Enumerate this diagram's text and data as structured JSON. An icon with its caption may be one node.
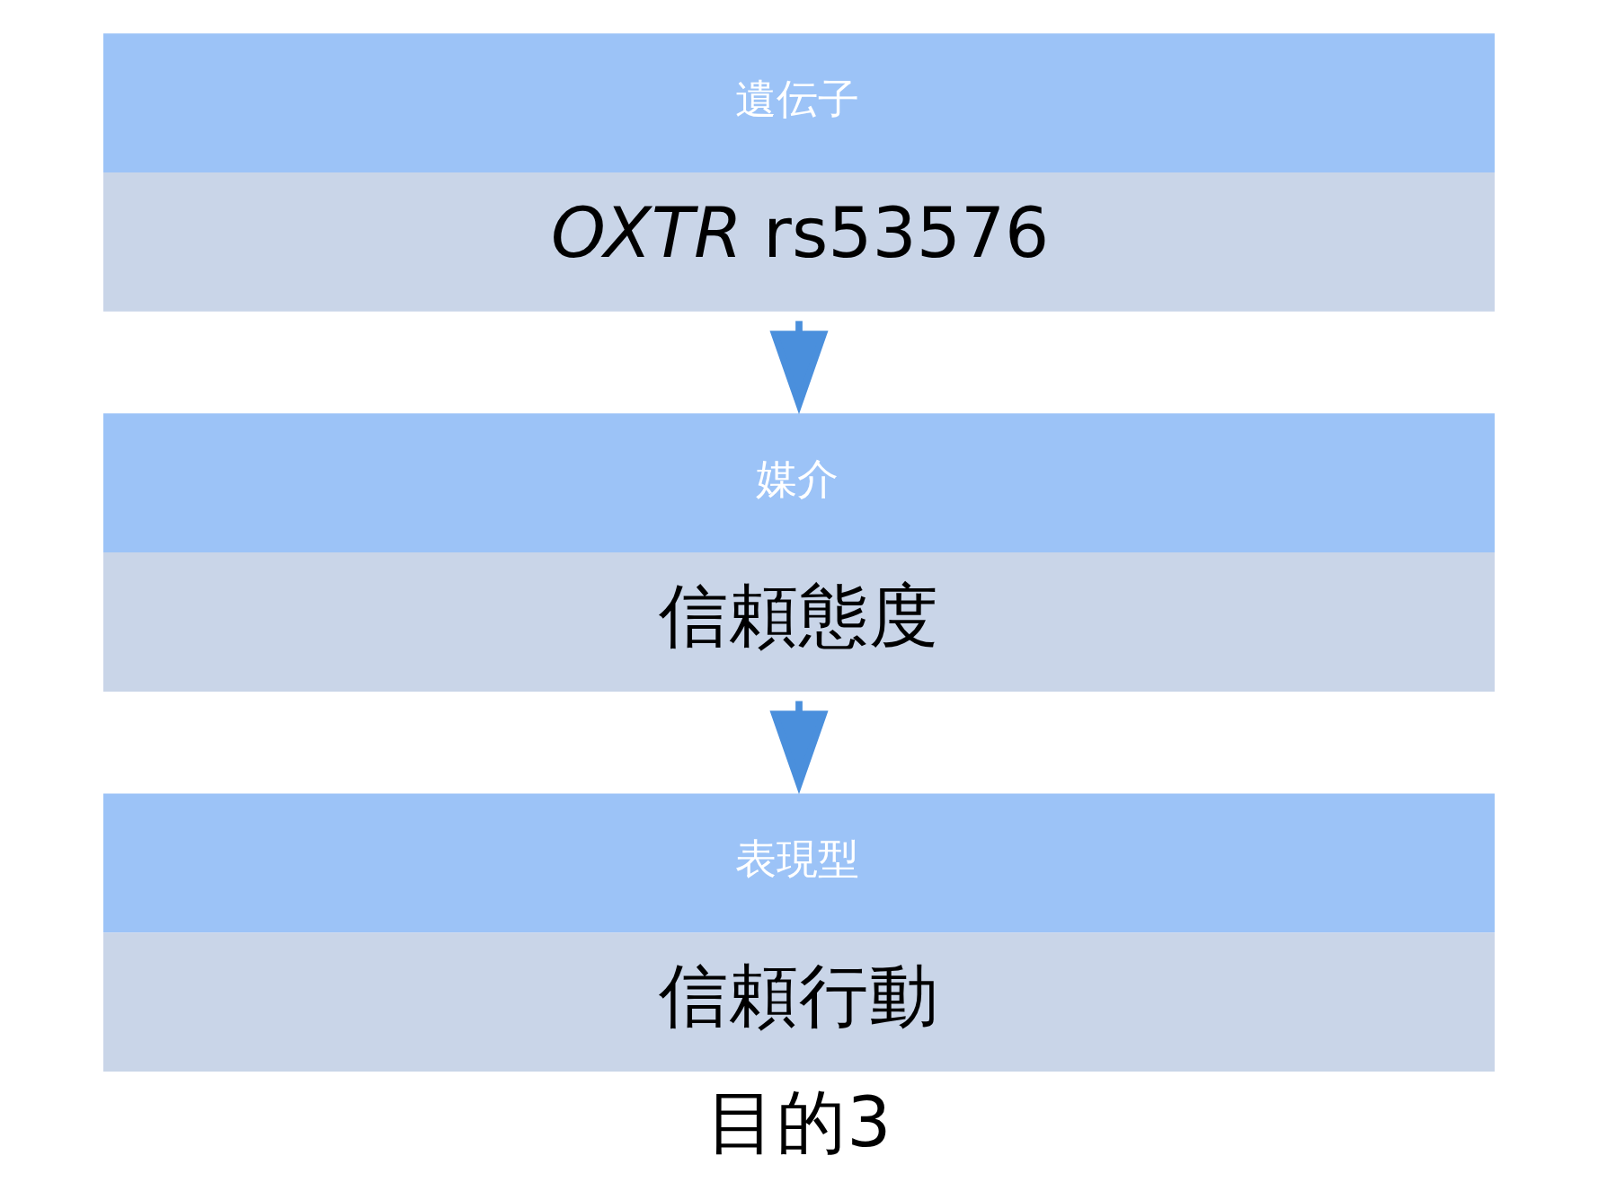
{
  "diagram": {
    "caption": "目的3",
    "nodes": [
      {
        "text": [
          "遺伝子",
          "*OXTR* rs53576"
        ]
      },
      {
        "text": [
          "媒介",
          "信頼態度"
        ]
      },
      {
        "text": [
          "表現型",
          "信頼行動"
        ]
      }
    ],
    "edges": [
      {
        "from": 0,
        "to": 1,
        "arrow": "to"
      },
      {
        "from": 1,
        "to": 2,
        "arrow": "to"
      }
    ]
  }
}
